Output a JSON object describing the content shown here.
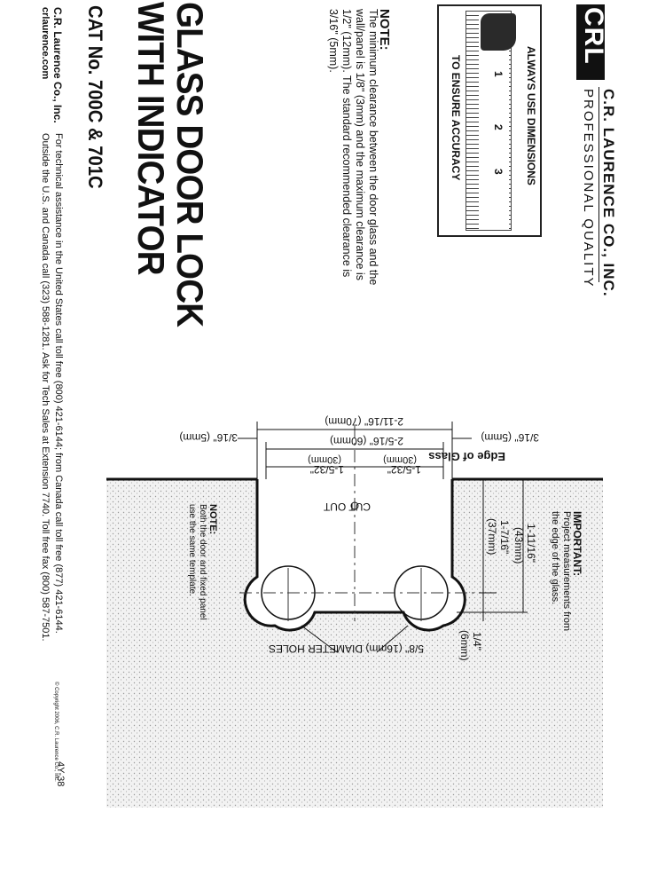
{
  "brand": {
    "logo_text": "CRL",
    "company_name": "C.R. LAURENCE CO., INC.",
    "tagline": "PROFESSIONAL QUALITY"
  },
  "ruler_box": {
    "line1": "ALWAYS USE DIMENSIONS",
    "line2": "TO ENSURE ACCURACY",
    "ticks": [
      "1",
      "2",
      "3"
    ]
  },
  "note": {
    "heading": "NOTE:",
    "lines": [
      "The minimum clearance between the door glass and the",
      "wall/panel is 1/8\" (3mm) and the maximum clearance is",
      "1/2\" (12mm). The standard recommended clearance is",
      "3/16\" (5mm)."
    ]
  },
  "title": {
    "line1": "GLASS DOOR LOCK",
    "line2": "WITH INDICATOR",
    "catalog": "CAT No. 700C & 701C"
  },
  "footer": {
    "company": "C.R. Laurence Co., Inc.",
    "website": "crlaurence.com",
    "assist1": "For technical assistance in the United States call toll free (800) 421-6144; from Canada call toll free (877) 421-6144.",
    "assist2": "Outside the U.S. and Canada call (323) 588-1281. Ask for Tech Sales at Extension 7740. Toll free fax (800) 587-7501.",
    "copyright": "© Copyright 2006, C.R. Laurence Co., Inc.",
    "page_number": "4Y-38"
  },
  "diagram": {
    "edge_of_glass": "Edge of Glass",
    "dim_overall": "2-11/16\" (70mm)",
    "dim_inner": "2-5/16\" (60mm)",
    "dim_half_a": "1-5/32\"",
    "dim_half_a_mm": "(30mm)",
    "dim_half_b": "1-5/32\"",
    "dim_half_b_mm": "(30mm)",
    "dim_side_a": "3/16\" (5mm)",
    "dim_side_b": "3/16\" (5mm)",
    "cut_out": "CUT OUT",
    "important_heading": "IMPORTANT:",
    "important_lines": [
      "Project measurements from",
      "the edge of the glass."
    ],
    "dim_depth": "1-11/16\"",
    "dim_depth_mm": "(43mm)",
    "dim_center": "1-7/16\"",
    "dim_center_mm": "(37mm)",
    "dim_hole_offset": "1/4\"",
    "dim_hole_offset_mm": "(6mm)",
    "hole_note": "5/8\" (16mm) DIAMETER HOLES",
    "note_heading": "NOTE:",
    "note_lines": [
      "Both the door and fixed panel",
      "use the same template."
    ]
  }
}
